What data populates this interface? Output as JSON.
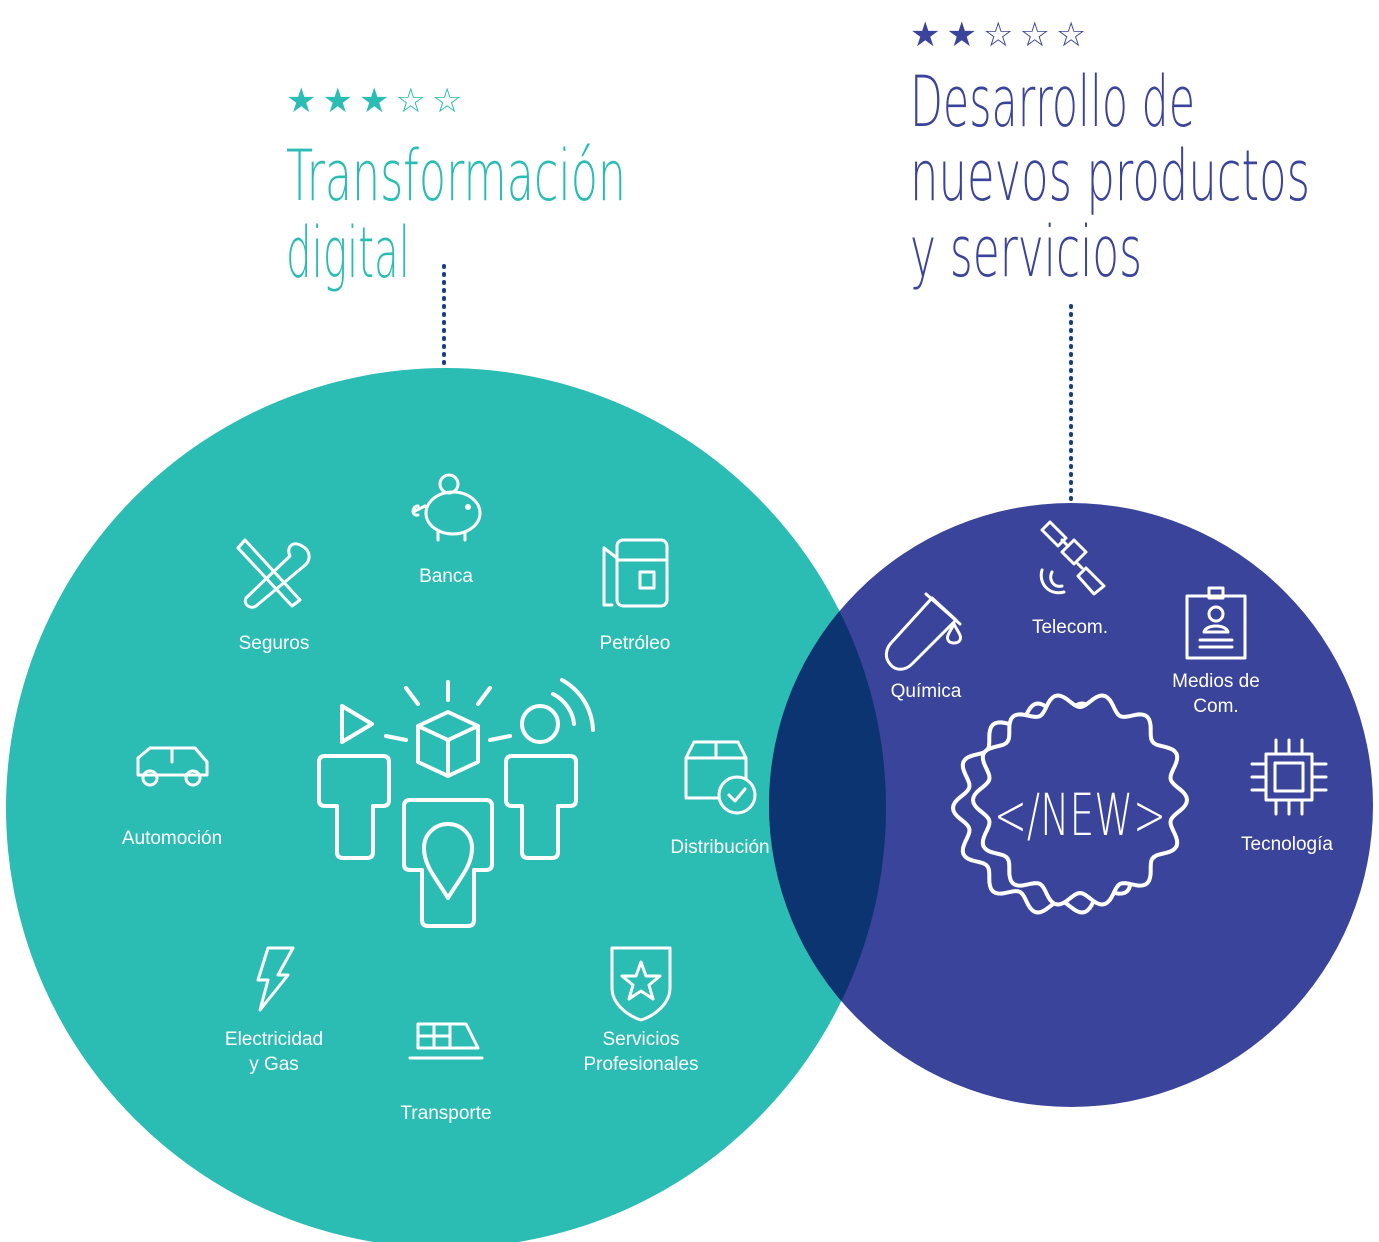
{
  "colors": {
    "teal": "#2bbdb4",
    "navy": "#3a449a",
    "overlap": "#0b3470",
    "teal_text": "#2bbdb4",
    "navy_text": "#3a449a",
    "dotted": "#1c3d80",
    "white": "#ffffff"
  },
  "left_group": {
    "rating": {
      "filled": 3,
      "total": 5,
      "text": "★★★☆☆"
    },
    "title_lines": [
      "Transformación",
      "digital"
    ],
    "center_icon": "team-innovation-icon",
    "sectors": [
      {
        "label": "Banca",
        "icon": "piggy-bank-icon"
      },
      {
        "label": "Seguros",
        "icon": "tools-icon"
      },
      {
        "label": "Petróleo",
        "icon": "fuel-pump-icon"
      },
      {
        "label": "Automoción",
        "icon": "car-icon"
      },
      {
        "label": "Distribución",
        "icon": "package-check-icon"
      },
      {
        "label": "Electricidad\ny Gas",
        "icon": "lightning-icon"
      },
      {
        "label": "Transporte",
        "icon": "train-icon"
      },
      {
        "label": "Servicios\nProfesionales",
        "icon": "shield-star-icon"
      }
    ]
  },
  "right_group": {
    "rating": {
      "filled": 2,
      "total": 5,
      "text": "★★☆☆☆"
    },
    "title_lines": [
      "Desarrollo de",
      "nuevos productos",
      "y servicios"
    ],
    "badge_text": "</NEW>",
    "badge_icon": "new-badge-icon",
    "sectors": [
      {
        "label": "Química",
        "icon": "test-tube-icon"
      },
      {
        "label": "Telecom.",
        "icon": "satellite-icon"
      },
      {
        "label": "Medios de\nCom.",
        "icon": "id-card-icon"
      },
      {
        "label": "Tecnología",
        "icon": "chip-icon"
      }
    ]
  }
}
